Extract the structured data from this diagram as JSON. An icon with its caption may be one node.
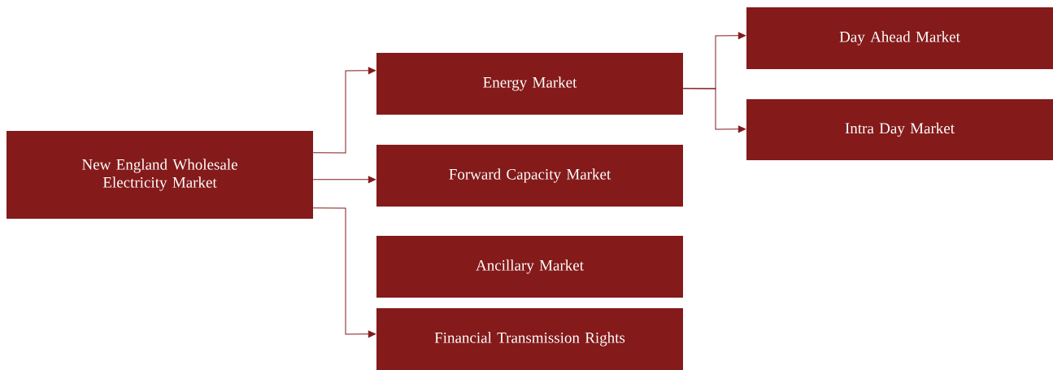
{
  "diagram": {
    "nodes": [
      {
        "text": [
          "New England Wholesale Electricity Market"
        ]
      },
      {
        "text": [
          "Energy Market"
        ]
      },
      {
        "text": [
          "Forward Capacity Market"
        ]
      },
      {
        "text": [
          "Ancillary Market"
        ]
      },
      {
        "text": [
          "Financial Transmission Rights"
        ]
      },
      {
        "text": [
          "Day Ahead Market"
        ]
      },
      {
        "text": [
          "Intra Day Market"
        ]
      }
    ],
    "edges": [
      {
        "from": 0,
        "to": 1,
        "arrow": "to"
      },
      {
        "from": 0,
        "to": 2,
        "arrow": "to"
      },
      {
        "from": 0,
        "to": 4,
        "arrow": "to"
      },
      {
        "from": 1,
        "to": 5,
        "arrow": "to"
      },
      {
        "from": 1,
        "to": 6,
        "arrow": "to"
      }
    ]
  }
}
